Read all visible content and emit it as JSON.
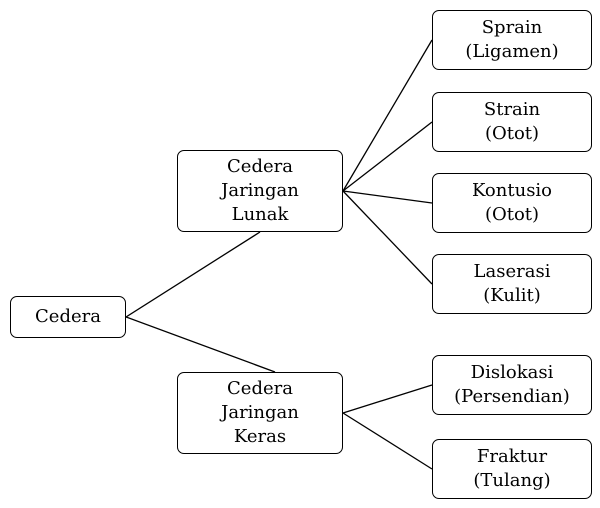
{
  "diagram": {
    "root": {
      "label": "Cedera"
    },
    "soft": {
      "lines": [
        "Cedera",
        "Jaringan",
        "Lunak"
      ]
    },
    "hard": {
      "lines": [
        "Cedera",
        "Jaringan",
        "Keras"
      ]
    },
    "soft_children": [
      {
        "lines": [
          "Sprain",
          "(Ligamen)"
        ]
      },
      {
        "lines": [
          "Strain",
          "(Otot)"
        ]
      },
      {
        "lines": [
          "Kontusio",
          "(Otot)"
        ]
      },
      {
        "lines": [
          "Laserasi",
          "(Kulit)"
        ]
      }
    ],
    "hard_children": [
      {
        "lines": [
          "Dislokasi",
          "(Persendian)"
        ]
      },
      {
        "lines": [
          "Fraktur",
          "(Tulang)"
        ]
      }
    ]
  }
}
